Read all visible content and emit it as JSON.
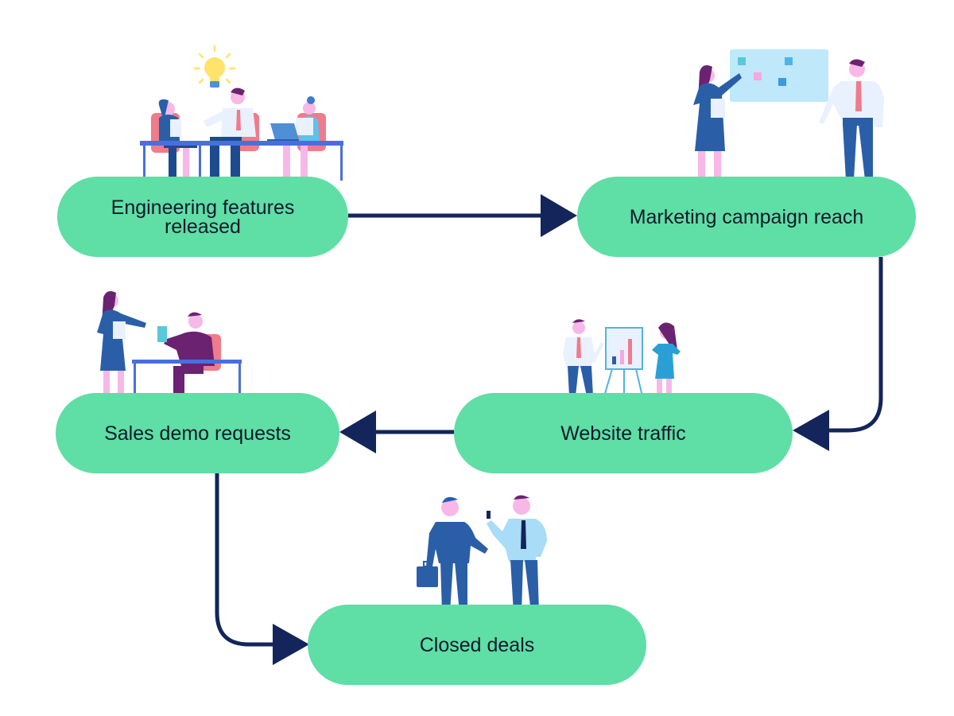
{
  "diagram": {
    "nodes": [
      {
        "id": "engineering",
        "label": "Engineering features\nreleased"
      },
      {
        "id": "marketing",
        "label": "Marketing campaign reach"
      },
      {
        "id": "traffic",
        "label": "Website traffic"
      },
      {
        "id": "sales",
        "label": "Sales demo requests"
      },
      {
        "id": "closed",
        "label": "Closed deals"
      }
    ],
    "edges": [
      {
        "from": "engineering",
        "to": "marketing"
      },
      {
        "from": "marketing",
        "to": "traffic"
      },
      {
        "from": "traffic",
        "to": "sales"
      },
      {
        "from": "sales",
        "to": "closed"
      }
    ]
  },
  "colors": {
    "node_fill": "#5fdea5",
    "arrow": "#13255a",
    "text": "#101a2c",
    "blue": "#2a5fa8",
    "pink": "#f07b8a",
    "purple": "#6b2270",
    "light_blue": "#a8dcf7",
    "bulb": "#ffe36a"
  },
  "illustrations": [
    {
      "name": "team-meeting-illustration"
    },
    {
      "name": "whiteboard-presentation-illustration"
    },
    {
      "name": "chart-presentation-illustration"
    },
    {
      "name": "desk-consultation-illustration"
    },
    {
      "name": "handshake-deal-illustration"
    }
  ]
}
